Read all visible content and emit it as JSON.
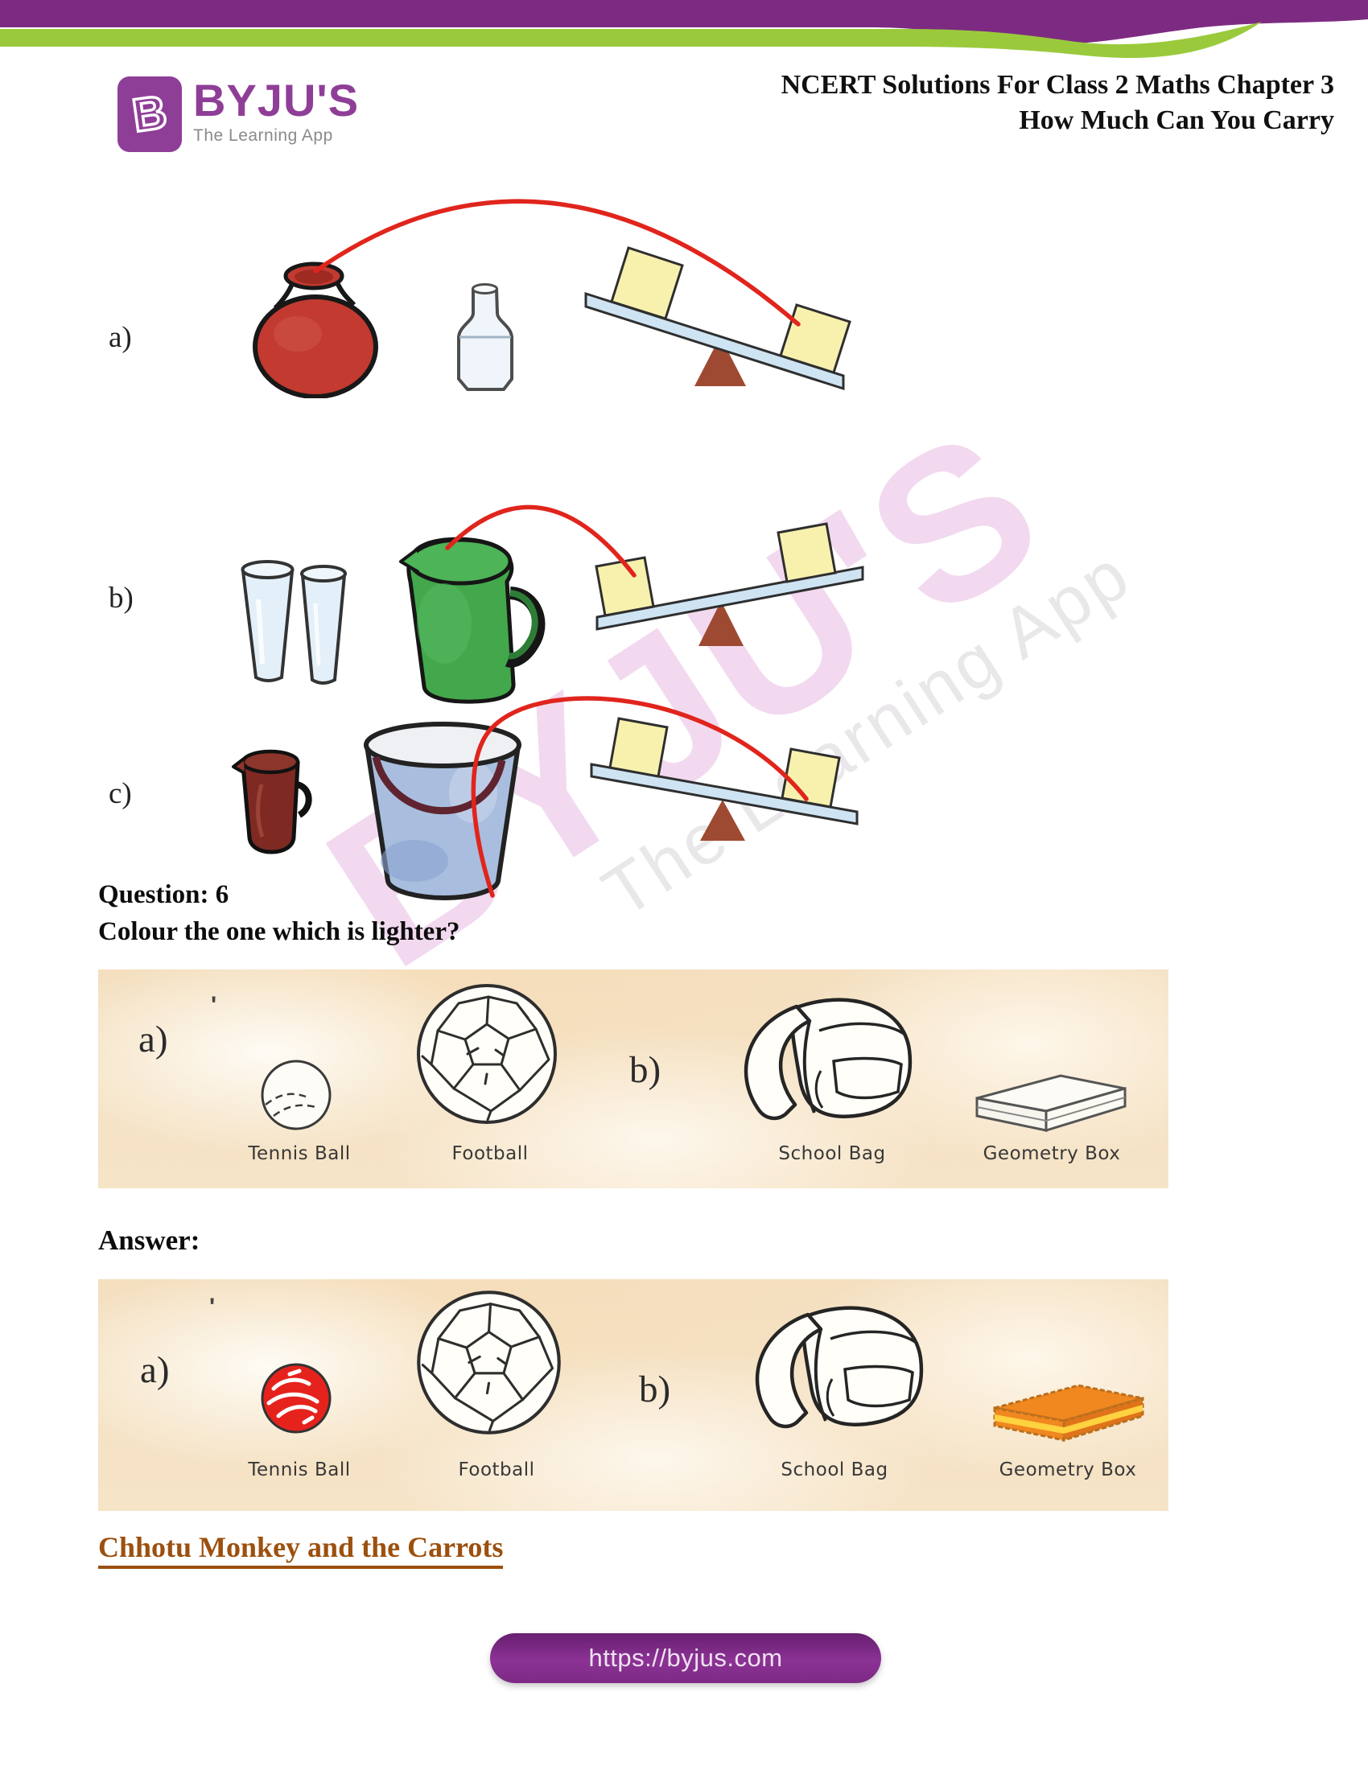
{
  "header": {
    "logo": {
      "brand": "BYJU'S",
      "tagline": "The Learning App",
      "b_letter": "B"
    },
    "title_line1": "NCERT Solutions For Class 2 Maths Chapter 3",
    "title_line2": "How Much Can You Carry",
    "colors": {
      "band_purple": "#7d2b82",
      "band_green": "#9aca3c",
      "logo_purple": "#8f3e98"
    }
  },
  "watermark": {
    "brand": "BYJU'S",
    "tagline": "The Learning App"
  },
  "rows": {
    "a_label": "a)",
    "b_label": "b)",
    "c_label": "c)"
  },
  "question": {
    "heading": "Question: 6",
    "prompt": "Colour the one which is lighter?"
  },
  "strip": {
    "group_a_label": "a)",
    "group_b_label": "b)",
    "mark": "'",
    "captions": [
      "Tennis Ball",
      "Football",
      "School Bag",
      "Geometry Box"
    ]
  },
  "answer": {
    "heading": "Answer:"
  },
  "link": {
    "text": "Chhotu Monkey and the Carrots"
  },
  "footer": {
    "url": "https://byjus.com"
  },
  "colors": {
    "match_line_red": "#e0251d",
    "plank_blue": "#cfe4f3",
    "box_yellow": "#f8f1ae",
    "fulcrum_brown": "#9e4a32",
    "pot_red": "#c23a30",
    "jug_green": "#43a84b",
    "mug_maroon": "#7e2a22",
    "bucket_blue": "#a9bede",
    "answer_ball_red": "#e5231c",
    "answer_box_orange": "#f0871f",
    "answer_box_yellow": "#ffd23f",
    "link_brown": "#9c500f"
  }
}
